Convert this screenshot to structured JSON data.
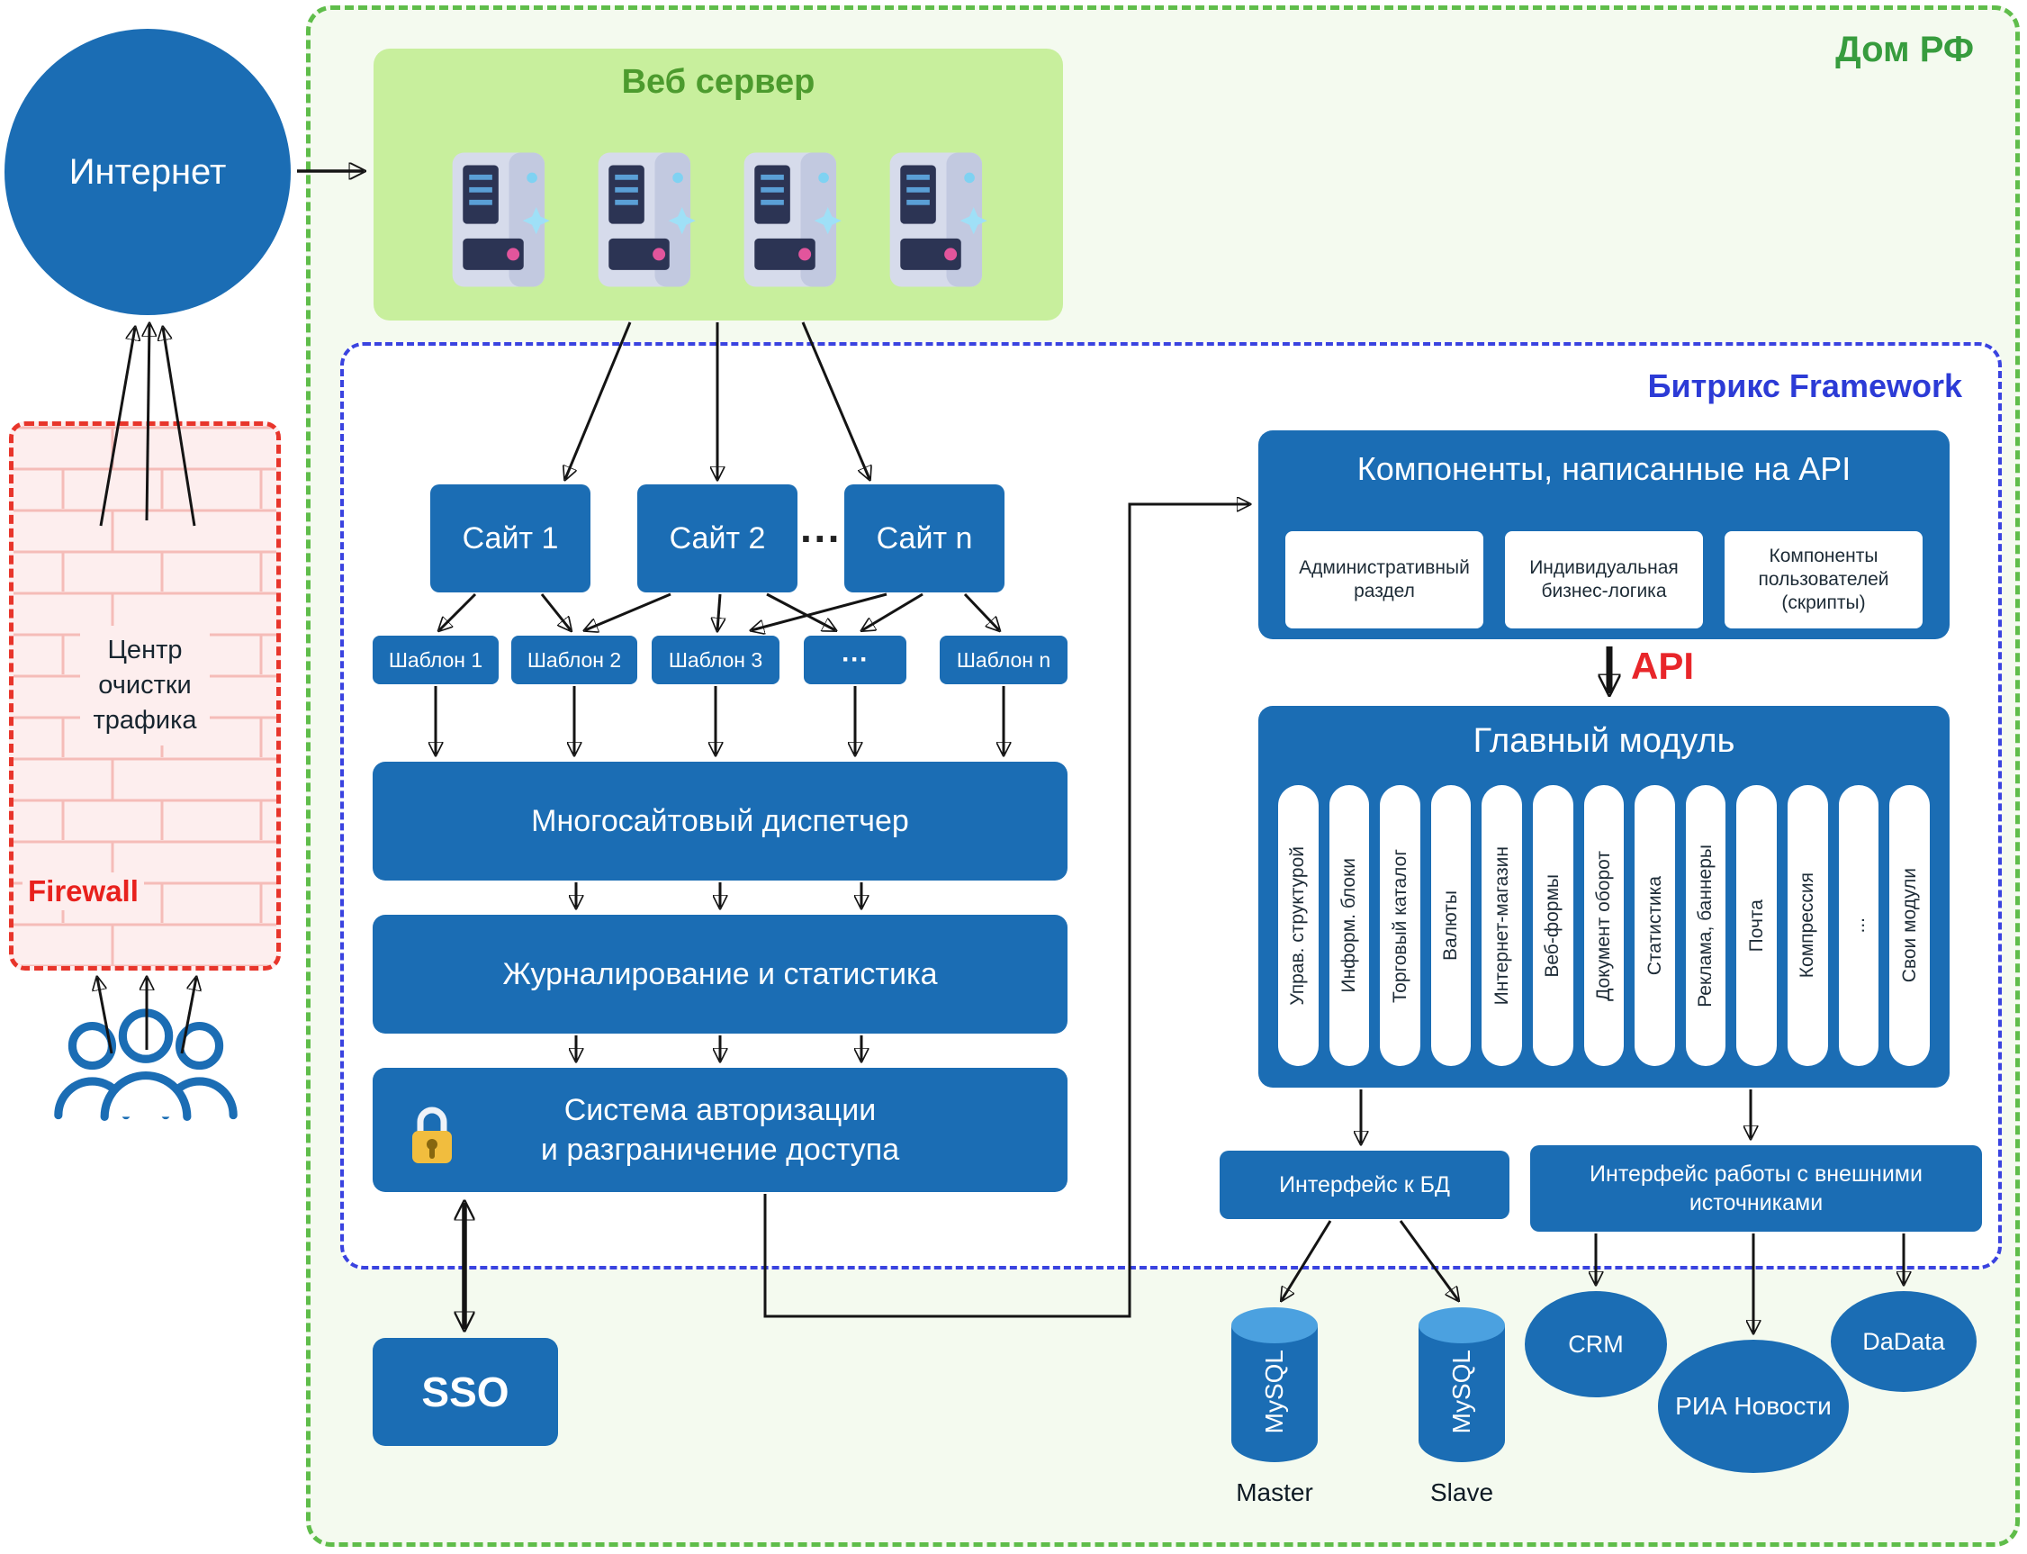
{
  "container": {
    "label": "Дом РФ"
  },
  "internet": {
    "label": "Интернет"
  },
  "firewall": {
    "title": "Центр\nочистки\nтрафика",
    "label": "Firewall"
  },
  "webserver": {
    "title": "Веб сервер"
  },
  "framework": {
    "label": "Битрикс Framework",
    "sites": [
      {
        "label": "Сайт 1"
      },
      {
        "label": "Сайт 2"
      },
      {
        "label": "Сайт n"
      }
    ],
    "sites_dots": "···",
    "templates": [
      {
        "label": "Шаблон 1"
      },
      {
        "label": "Шаблон 2"
      },
      {
        "label": "Шаблон 3"
      },
      {
        "label": "···"
      },
      {
        "label": "Шаблон n"
      }
    ],
    "dispatcher": {
      "label": "Многосайтовый диспетчер"
    },
    "journaling": {
      "label": "Журналирование и статистика"
    },
    "auth": {
      "label": "Система авторизации\nи разграничение доступа"
    }
  },
  "sso": {
    "label": "SSO"
  },
  "api_components": {
    "title": "Компоненты, написанные на API",
    "items": [
      {
        "label": "Административный раздел"
      },
      {
        "label": "Индивидуальная бизнес-логика"
      },
      {
        "label": "Компоненты пользователей (скрипты)"
      }
    ]
  },
  "api": {
    "label": "API"
  },
  "main_module": {
    "title": "Главный модуль",
    "modules": [
      "Управ. структурой",
      "Информ. блоки",
      "Торговый каталог",
      "Валюты",
      "Интернет-магазин",
      "Веб-формы",
      "Документ оборот",
      "Статистика",
      "Реклама, баннеры",
      "Почта",
      "Компрессия",
      "...",
      "Свои модули"
    ]
  },
  "db_interface": {
    "label": "Интерфейс к БД"
  },
  "ext_interface": {
    "label": "Интерфейс работы с внешними источниками"
  },
  "databases": [
    {
      "label": "MySQL",
      "caption": "Master"
    },
    {
      "label": "MySQL",
      "caption": "Slave"
    }
  ],
  "external_systems": [
    {
      "label": "CRM"
    },
    {
      "label": "РИА Новости"
    },
    {
      "label": "DaData"
    }
  ],
  "colors": {
    "primary_blue": "#1b6db4",
    "green_border": "#5fbd4a",
    "framework_border": "#3a43e0",
    "firewall_red": "#e8352b",
    "api_red": "#e8262a",
    "lock_gold": "#f1bd3e"
  }
}
